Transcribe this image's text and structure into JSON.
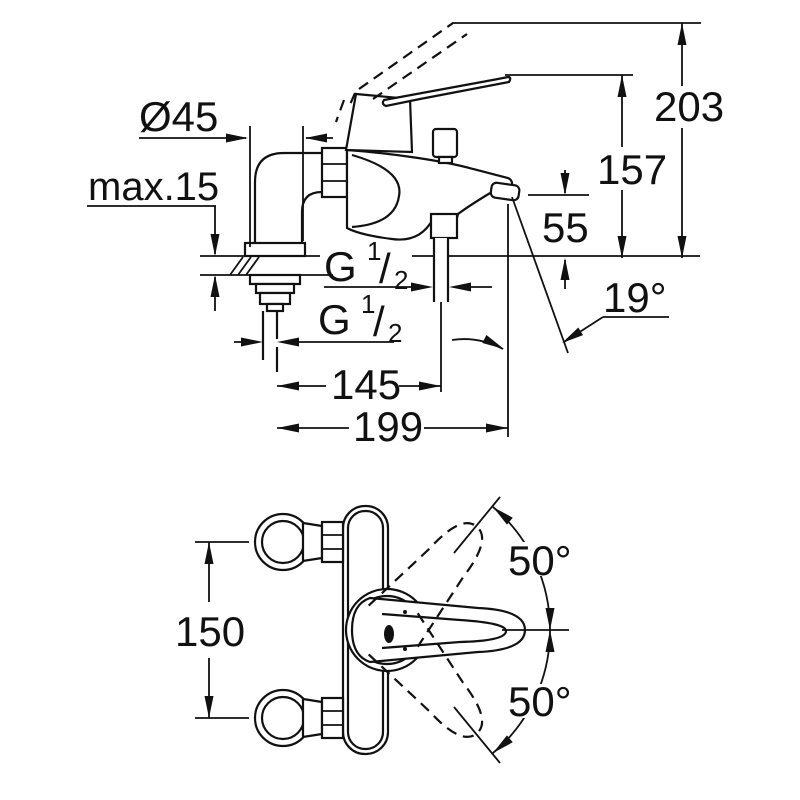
{
  "colors": {
    "background": "#ffffff",
    "ink": "#111111"
  },
  "side_view": {
    "name": "side elevation with installation dimensions",
    "labels": {
      "flange_diameter": "Ø45",
      "deck_thickness": "max.15",
      "shower_outlet_thread": {
        "base": "G",
        "sup": "1",
        "slash": "/",
        "sub": "2"
      },
      "inlet_thread": {
        "base": "G",
        "sup": "1",
        "slash": "/",
        "sub": "2"
      },
      "center_to_shower_outlet": "145",
      "center_to_spout_tip": "199",
      "spout_outlet_height": "55",
      "lever_height": "157",
      "lever_raised_height": "203",
      "spout_angle": "19°"
    }
  },
  "plan_view": {
    "name": "top view with lever swivel range",
    "labels": {
      "connection_centers": "150",
      "swivel_up": "50°",
      "swivel_down": "50°"
    }
  }
}
